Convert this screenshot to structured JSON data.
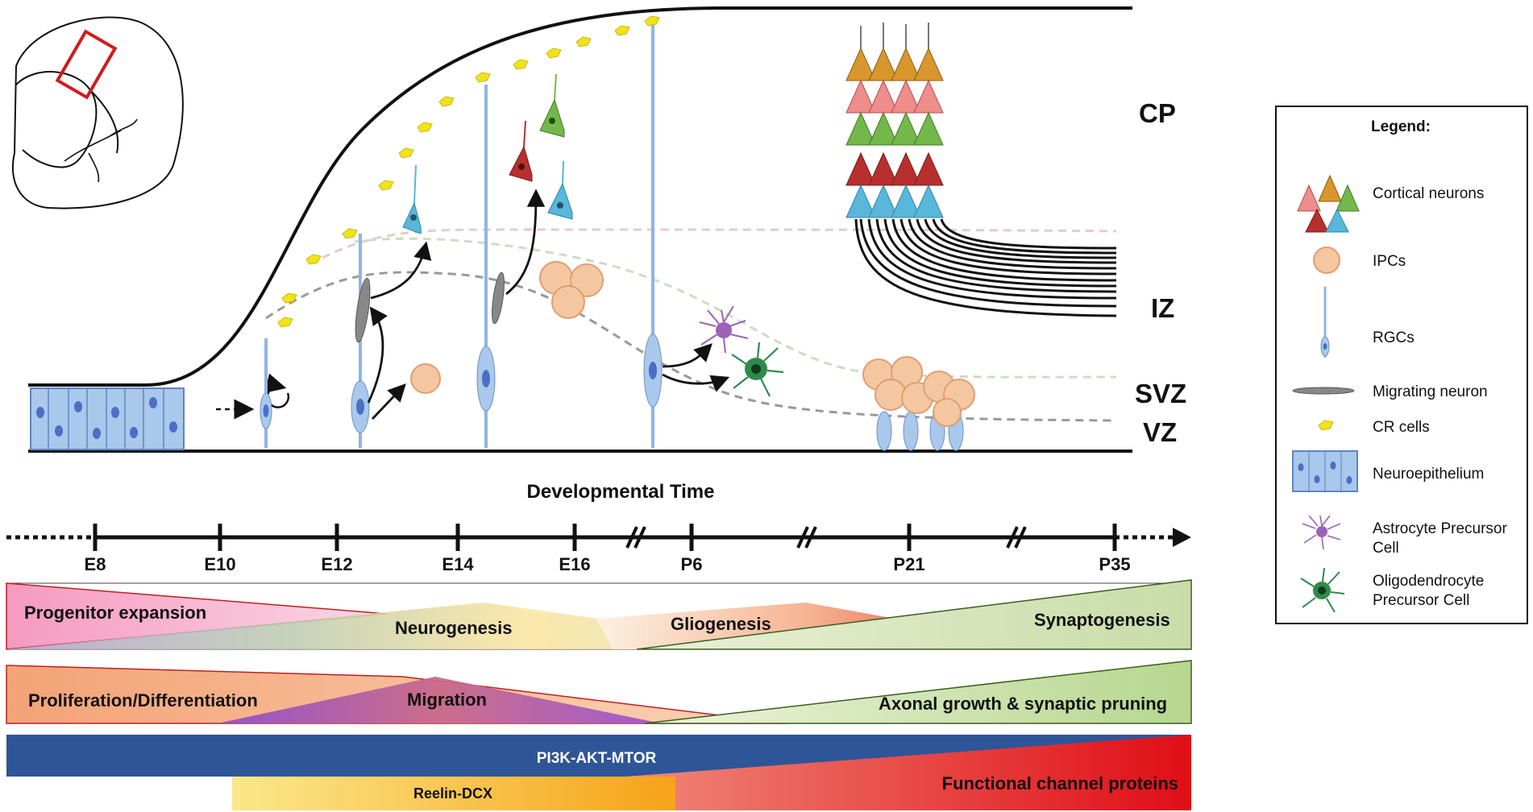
{
  "zones": [
    "CP",
    "IZ",
    "SVZ",
    "VZ"
  ],
  "axis": {
    "title": "Developmental Time",
    "ticks": [
      "E8",
      "E10",
      "E12",
      "E14",
      "E16",
      "P6",
      "P21",
      "P35"
    ]
  },
  "bands": {
    "row1": [
      "Progenitor expansion",
      "Neurogenesis",
      "Gliogenesis",
      "Synaptogenesis"
    ],
    "row2": [
      "Proliferation/Differentiation",
      "Migration",
      "Axonal growth & synaptic pruning"
    ],
    "row3": [
      "PI3K-AKT-MTOR",
      "Reelin-DCX",
      "Functional channel proteins"
    ]
  },
  "legend": {
    "title": "Legend:",
    "items": [
      {
        "icon": "cortical-neurons-icon",
        "label": "Cortical neurons"
      },
      {
        "icon": "ipc-icon",
        "label": "IPCs"
      },
      {
        "icon": "rgc-icon",
        "label": "RGCs"
      },
      {
        "icon": "migrating-neuron-icon",
        "label": "Migrating neuron"
      },
      {
        "icon": "cr-cell-icon",
        "label": "CR cells"
      },
      {
        "icon": "neuroepithelium-icon",
        "label": "Neuroepithelium"
      },
      {
        "icon": "astrocyte-precursor-icon",
        "label_lines": [
          "Astrocyte Precursor",
          "Cell"
        ]
      },
      {
        "icon": "oligodendrocyte-precursor-icon",
        "label_lines": [
          "Oligodendrocyte",
          "Precursor Cell"
        ]
      }
    ]
  },
  "colors": {
    "rgc": "#a9c8ec",
    "nucleus": "#4b6fc4",
    "ipc": "#f4c7a0",
    "cr_cell": "#f2e21a",
    "neuron_blue": "#58b7da",
    "neuron_green": "#74b84c",
    "neuron_red": "#b8302e",
    "neuron_pink": "#ef8c8c",
    "neuron_orange": "#d9962c",
    "astrocyte": "#9a63b8",
    "oligodendrocyte": "#2f8a4b",
    "pi3k": "#2e5597",
    "channel_red": "#e0101a"
  }
}
